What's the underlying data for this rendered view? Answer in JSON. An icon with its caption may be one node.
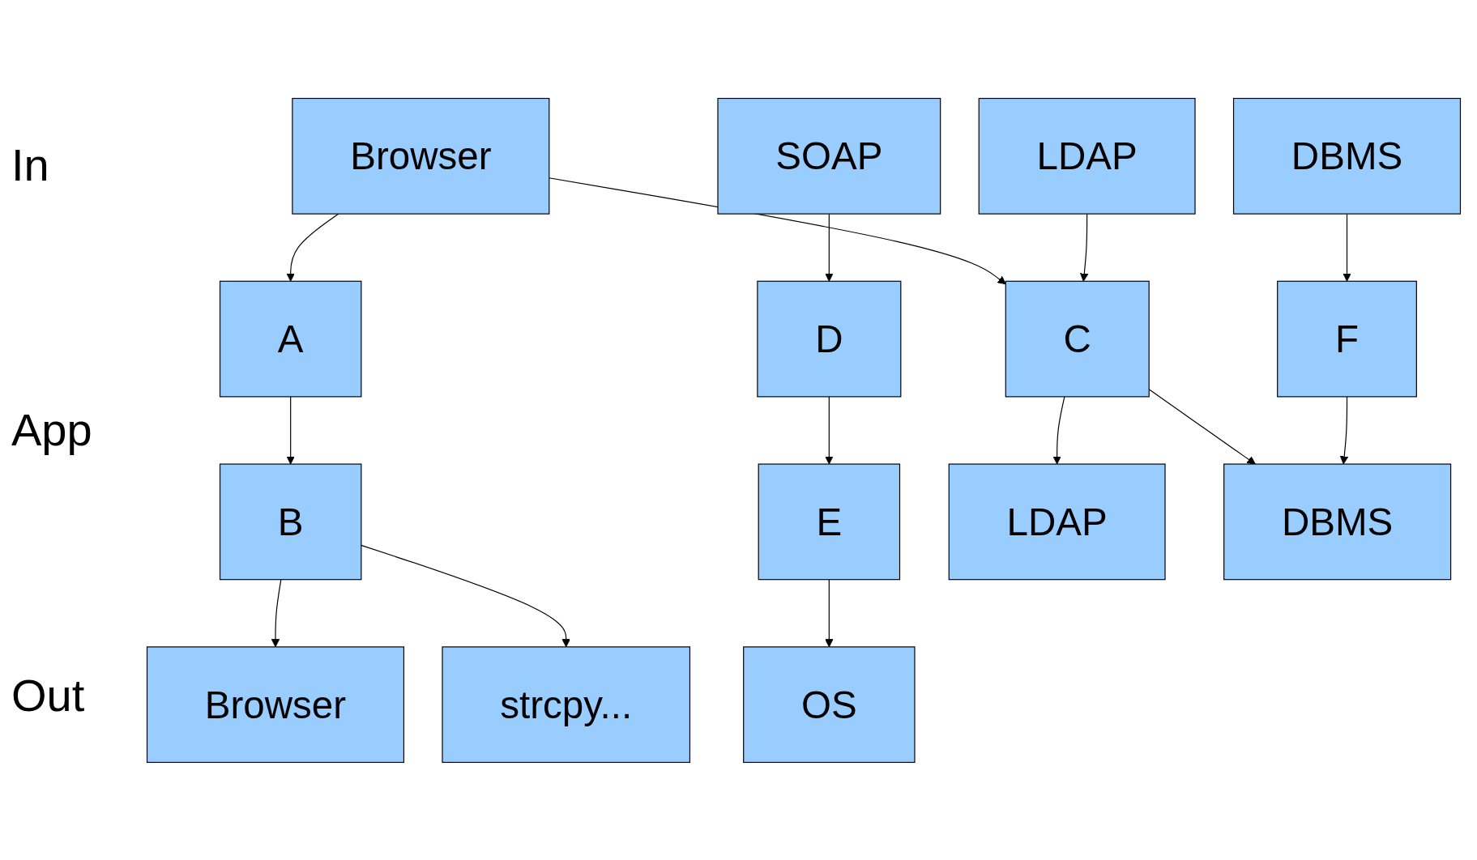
{
  "diagram": {
    "nodes": [
      {
        "text": [
          "Browser"
        ]
      },
      {
        "text": [
          "SOAP"
        ]
      },
      {
        "text": [
          "LDAP"
        ]
      },
      {
        "text": [
          "DBMS"
        ]
      },
      {
        "text": [
          "A"
        ]
      },
      {
        "text": [
          "C"
        ]
      },
      {
        "text": [
          "D"
        ]
      },
      {
        "text": [
          "B"
        ]
      },
      {
        "text": [
          "E"
        ]
      },
      {
        "text": [
          "F"
        ]
      },
      {
        "text": [
          "Browser"
        ]
      },
      {
        "text": [
          "LDAP"
        ]
      },
      {
        "text": [
          "DBMS"
        ]
      },
      {
        "text": [
          "OS"
        ]
      },
      {
        "text": [
          "strcpy..."
        ]
      }
    ],
    "edges": [
      {
        "from": 0,
        "to": 4,
        "arrow": "to"
      },
      {
        "from": 0,
        "to": 5,
        "arrow": "to"
      },
      {
        "from": 1,
        "to": 6,
        "arrow": "to"
      },
      {
        "from": 2,
        "to": 5,
        "arrow": "to"
      },
      {
        "from": 3,
        "to": 9,
        "arrow": "to"
      },
      {
        "from": 4,
        "to": 7,
        "arrow": "to"
      },
      {
        "from": 6,
        "to": 8,
        "arrow": "to"
      },
      {
        "from": 5,
        "to": 11,
        "arrow": "to"
      },
      {
        "from": 5,
        "to": 12,
        "arrow": "to"
      },
      {
        "from": 7,
        "to": 10,
        "arrow": "to"
      },
      {
        "from": 7,
        "to": 14,
        "arrow": "to"
      },
      {
        "from": 8,
        "to": 13,
        "arrow": "to"
      },
      {
        "from": 9,
        "to": 12,
        "arrow": "to"
      }
    ],
    "labels": [
      "In",
      "App",
      "Out"
    ]
  }
}
